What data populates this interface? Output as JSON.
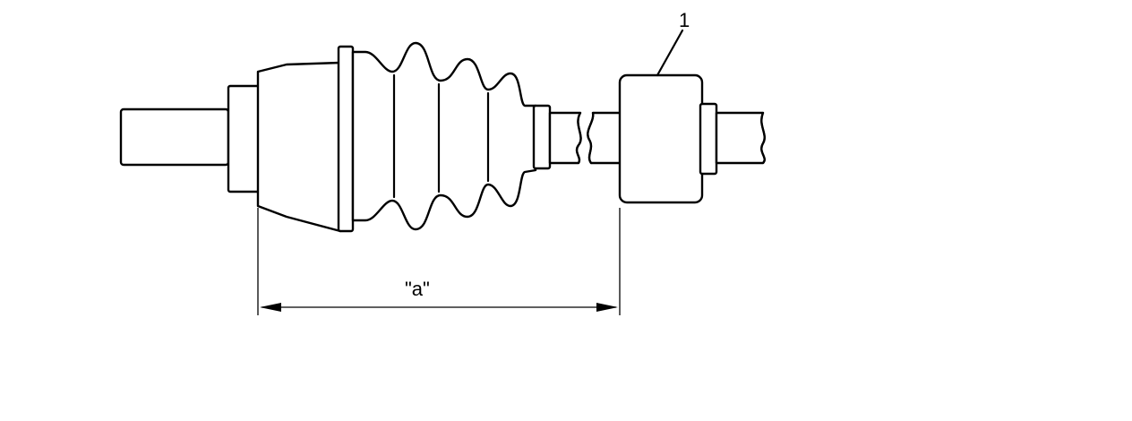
{
  "diagram": {
    "callouts": [
      {
        "id": "1",
        "text": "1",
        "target": "axle-shaft-damper"
      }
    ],
    "dimensions": [
      {
        "id": "a",
        "text": "\"a\""
      }
    ],
    "colors": {
      "line": "#000000",
      "background": "#ffffff"
    }
  }
}
